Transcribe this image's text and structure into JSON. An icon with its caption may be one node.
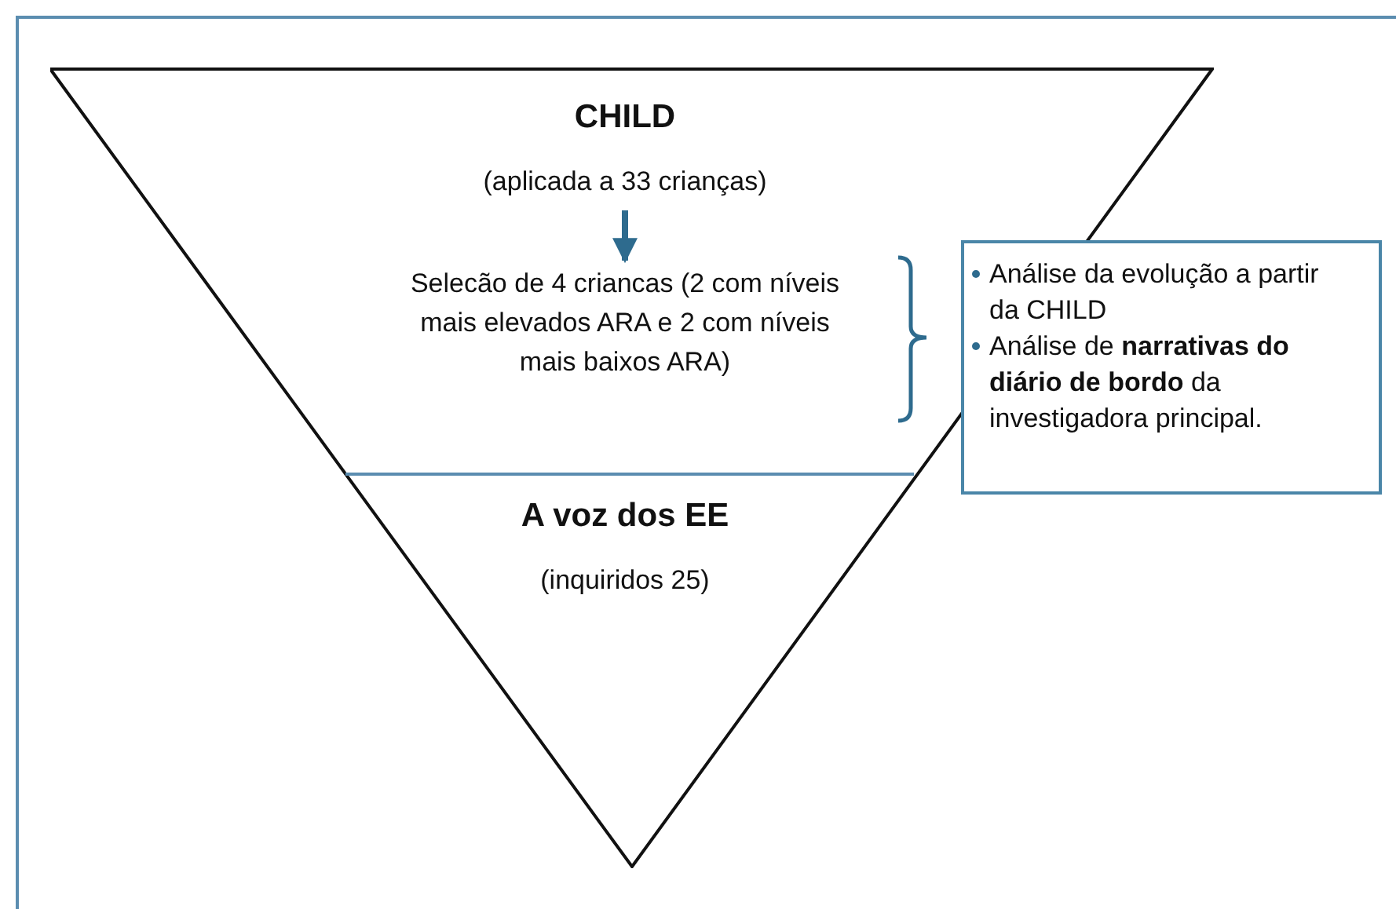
{
  "diagram": {
    "nodes": [
      {
        "text": [],
        "shape": "triangle"
      },
      {
        "text": [
          "CHILD",
          "(aplicada a 33 crianças)"
        ],
        "in": 0
      },
      {
        "text": [
          "Selecão de 4 criancas (2 com níveis mais elevados ARA e 2 com níveis mais baixos ARA)"
        ],
        "in": 0
      },
      {
        "text": [
          "A voz dos EE",
          "(inquiridos 25)"
        ],
        "in": 0
      },
      {
        "text": [
          "Análise da evolução a partir da CHILD",
          "Análise de **narrativas do diário de bordo** da investigadora principal."
        ]
      }
    ],
    "edges": [
      {
        "from": 1,
        "to": 2,
        "arrow": "to"
      }
    ]
  }
}
